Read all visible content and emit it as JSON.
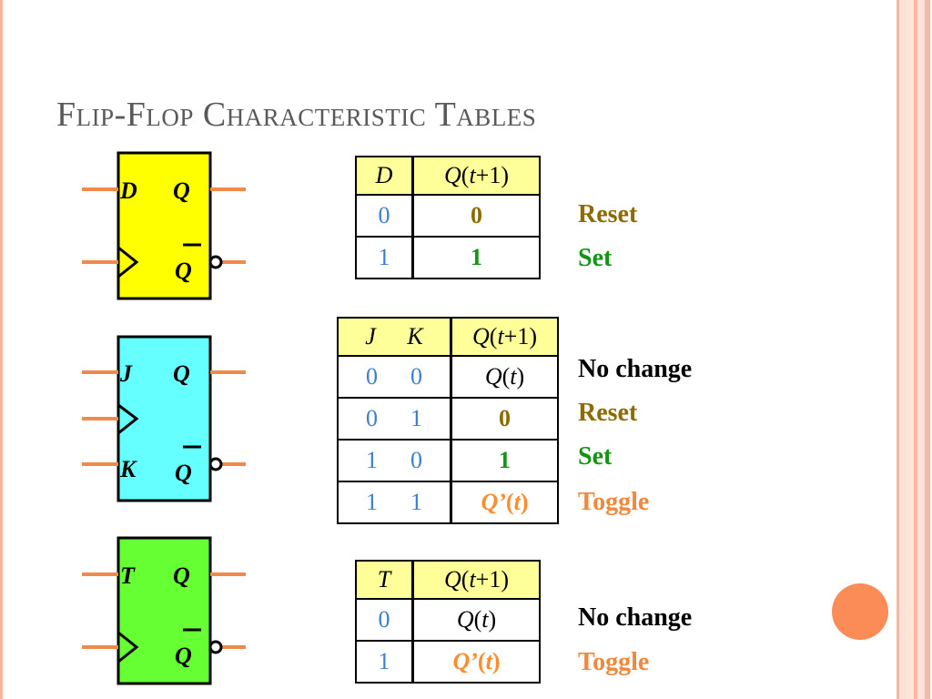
{
  "title": "Flip-Flop Characteristic Tables",
  "colors": {
    "d_block": "#ffff00",
    "jk_block": "#66ffff",
    "t_block": "#66ff33",
    "wire": "#f08a4b",
    "header_bg": "#ffff99",
    "input_blue": "#3b7fd1",
    "reset_brown": "#8e6b00",
    "set_green": "#149314",
    "toggle_orange": "#f0883e",
    "accent_circle": "#fb8b57"
  },
  "flipflops": {
    "d": {
      "in1": "D",
      "out1": "Q",
      "out2": "Q"
    },
    "jk": {
      "in1": "J",
      "in2": "K",
      "out1": "Q",
      "out2": "Q"
    },
    "t": {
      "in1": "T",
      "out1": "Q",
      "out2": "Q"
    }
  },
  "tables": {
    "d": {
      "header": {
        "input": "D",
        "output_q": "Q",
        "output_paren_open": "(",
        "output_t": "t",
        "output_rest": "+1)"
      },
      "rows": [
        {
          "input": "0",
          "output": "0"
        },
        {
          "input": "1",
          "output": "1"
        }
      ],
      "annotations": [
        "Reset",
        "Set"
      ]
    },
    "jk": {
      "header": {
        "j": "J",
        "k": "K",
        "output_q": "Q",
        "output_paren_open": "(",
        "output_t": "t",
        "output_rest": "+1)"
      },
      "rows": [
        {
          "j": "0",
          "k": "0",
          "out_q": "Q",
          "out_open": "(",
          "out_t": "t",
          "out_close": ")"
        },
        {
          "j": "0",
          "k": "1",
          "output": "0"
        },
        {
          "j": "1",
          "k": "0",
          "output": "1"
        },
        {
          "j": "1",
          "k": "1",
          "out_q": "Q’",
          "out_open": "(",
          "out_t": "t",
          "out_close": ")"
        }
      ],
      "annotations": [
        "No change",
        "Reset",
        "Set",
        "Toggle"
      ]
    },
    "t": {
      "header": {
        "input": "T",
        "output_q": "Q",
        "output_paren_open": "(",
        "output_t": "t",
        "output_rest": "+1)"
      },
      "rows": [
        {
          "input": "0",
          "out_q": "Q",
          "out_open": "(",
          "out_t": "t",
          "out_close": ")"
        },
        {
          "input": "1",
          "out_q": "Q’",
          "out_open": "(",
          "out_t": "t",
          "out_close": ")"
        }
      ],
      "annotations": [
        "No change",
        "Toggle"
      ]
    }
  }
}
